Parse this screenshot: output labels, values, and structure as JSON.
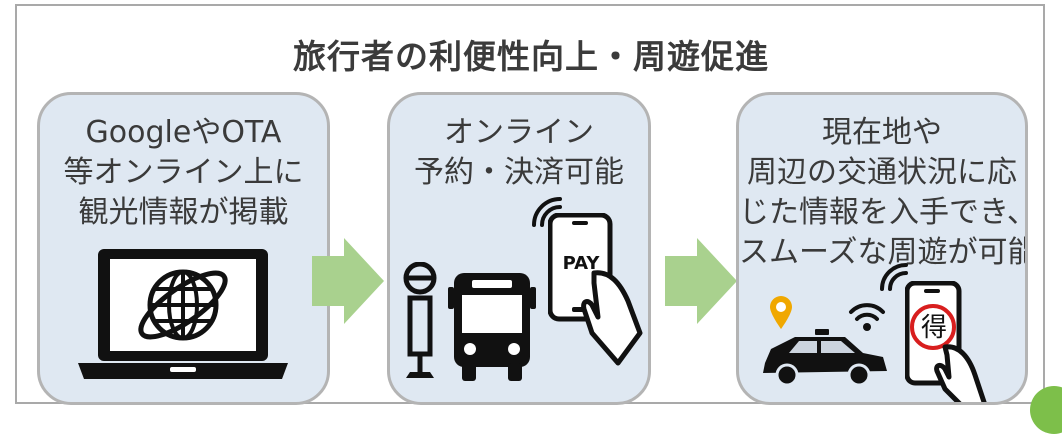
{
  "title": "旅行者の利便性向上・周遊促進",
  "cards": [
    {
      "lines": [
        "GoogleやOTA",
        "等オンライン上に",
        "観光情報が掲載"
      ]
    },
    {
      "lines": [
        "オンライン",
        "予約・決済可能"
      ],
      "pay_label": "PAY"
    },
    {
      "lines": [
        "現在地や",
        "周辺の交通状況に応",
        "じた情報を入手でき、",
        "スムーズな周遊が可能"
      ],
      "coupon_label": "得"
    }
  ],
  "colors": {
    "card_bg": "#dfe8f2",
    "card_border": "#b4b4b4",
    "arrow": "#a9d18e",
    "pin": "#f0a800",
    "icon": "#111111"
  }
}
